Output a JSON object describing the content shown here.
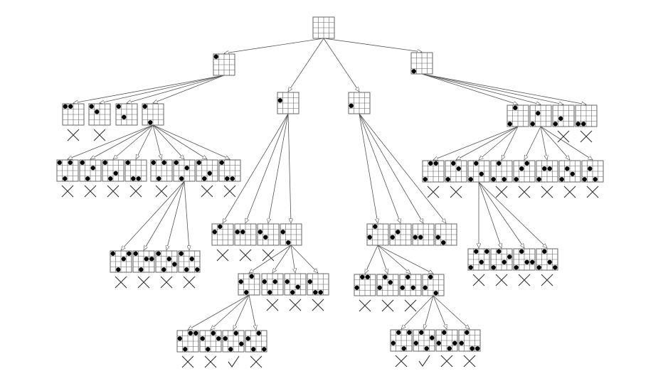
{
  "grid_size": 4,
  "colors": {
    "grid": "#666666",
    "cell": "#ffffff",
    "queen": "#000000",
    "edge": "#555555",
    "mark": "#333333"
  },
  "nodes": [
    {
      "id": "root",
      "queens": [],
      "result": null,
      "parent": null
    },
    {
      "id": "a",
      "queens": [
        [
          0,
          0
        ]
      ],
      "result": null,
      "parent": "root"
    },
    {
      "id": "b",
      "queens": [
        [
          1,
          0
        ]
      ],
      "result": null,
      "parent": "root"
    },
    {
      "id": "c",
      "queens": [
        [
          2,
          0
        ]
      ],
      "result": null,
      "parent": "root"
    },
    {
      "id": "d",
      "queens": [
        [
          3,
          0
        ]
      ],
      "result": null,
      "parent": "root"
    },
    {
      "id": "a1",
      "queens": [
        [
          0,
          0
        ],
        [
          0,
          1
        ]
      ],
      "result": "fail",
      "parent": "a"
    },
    {
      "id": "a2",
      "queens": [
        [
          0,
          0
        ],
        [
          1,
          1
        ]
      ],
      "result": "fail",
      "parent": "a"
    },
    {
      "id": "a3",
      "queens": [
        [
          0,
          0
        ],
        [
          2,
          1
        ]
      ],
      "result": null,
      "parent": "a"
    },
    {
      "id": "a4",
      "queens": [
        [
          0,
          0
        ],
        [
          3,
          1
        ]
      ],
      "result": null,
      "parent": "a"
    },
    {
      "id": "a4_1",
      "queens": [
        [
          0,
          0
        ],
        [
          3,
          1
        ],
        [
          0,
          2
        ]
      ],
      "result": "fail",
      "parent": "a4"
    },
    {
      "id": "a4_2",
      "queens": [
        [
          0,
          0
        ],
        [
          3,
          1
        ],
        [
          1,
          2
        ]
      ],
      "result": "fail",
      "parent": "a4"
    },
    {
      "id": "a4_3",
      "queens": [
        [
          0,
          0
        ],
        [
          3,
          1
        ],
        [
          2,
          2
        ]
      ],
      "result": "fail",
      "parent": "a4"
    },
    {
      "id": "a4_4",
      "queens": [
        [
          0,
          0
        ],
        [
          3,
          1
        ],
        [
          3,
          2
        ]
      ],
      "result": "fail",
      "parent": "a4"
    },
    {
      "id": "a4_5",
      "queens": [
        [
          0,
          0
        ],
        [
          3,
          1
        ],
        [
          0,
          2
        ]
      ],
      "result": "fail",
      "parent": "a4"
    },
    {
      "id": "a4_6",
      "queens": [
        [
          0,
          0
        ],
        [
          3,
          1
        ],
        [
          1,
          2
        ]
      ],
      "result": null,
      "parent": "a4"
    },
    {
      "id": "a4_7",
      "queens": [
        [
          0,
          0
        ],
        [
          3,
          1
        ],
        [
          2,
          2
        ]
      ],
      "result": "fail",
      "parent": "a4"
    },
    {
      "id": "a4_8",
      "queens": [
        [
          0,
          0
        ],
        [
          3,
          1
        ],
        [
          3,
          2
        ]
      ],
      "result": "fail",
      "parent": "a4"
    },
    {
      "id": "a4_6_1",
      "queens": [
        [
          0,
          0
        ],
        [
          3,
          1
        ],
        [
          1,
          2
        ],
        [
          0,
          3
        ]
      ],
      "result": "fail",
      "parent": "a4_6"
    },
    {
      "id": "a4_6_2",
      "queens": [
        [
          0,
          0
        ],
        [
          3,
          1
        ],
        [
          1,
          2
        ],
        [
          1,
          3
        ]
      ],
      "result": "fail",
      "parent": "a4_6"
    },
    {
      "id": "a4_6_3",
      "queens": [
        [
          0,
          0
        ],
        [
          3,
          1
        ],
        [
          1,
          2
        ],
        [
          2,
          3
        ]
      ],
      "result": "fail",
      "parent": "a4_6"
    },
    {
      "id": "a4_6_4",
      "queens": [
        [
          0,
          0
        ],
        [
          3,
          1
        ],
        [
          1,
          2
        ],
        [
          3,
          3
        ]
      ],
      "result": "fail",
      "parent": "a4_6"
    },
    {
      "id": "b1",
      "queens": [
        [
          1,
          0
        ],
        [
          0,
          1
        ]
      ],
      "result": "fail",
      "parent": "b"
    },
    {
      "id": "b2",
      "queens": [
        [
          1,
          0
        ],
        [
          1,
          1
        ]
      ],
      "result": "fail",
      "parent": "b"
    },
    {
      "id": "b3",
      "queens": [
        [
          1,
          0
        ],
        [
          2,
          1
        ]
      ],
      "result": "fail",
      "parent": "b"
    },
    {
      "id": "b4",
      "queens": [
        [
          1,
          0
        ],
        [
          3,
          1
        ]
      ],
      "result": null,
      "parent": "b"
    },
    {
      "id": "b4_1",
      "queens": [
        [
          1,
          0
        ],
        [
          3,
          1
        ],
        [
          0,
          2
        ]
      ],
      "result": null,
      "parent": "b4"
    },
    {
      "id": "b4_2",
      "queens": [
        [
          1,
          0
        ],
        [
          3,
          1
        ],
        [
          1,
          2
        ]
      ],
      "result": "fail",
      "parent": "b4"
    },
    {
      "id": "b4_3",
      "queens": [
        [
          1,
          0
        ],
        [
          3,
          1
        ],
        [
          2,
          2
        ]
      ],
      "result": "fail",
      "parent": "b4"
    },
    {
      "id": "b4_4",
      "queens": [
        [
          1,
          0
        ],
        [
          3,
          1
        ],
        [
          3,
          2
        ]
      ],
      "result": "fail",
      "parent": "b4"
    },
    {
      "id": "b4_1_1",
      "queens": [
        [
          1,
          0
        ],
        [
          3,
          1
        ],
        [
          0,
          2
        ],
        [
          0,
          3
        ]
      ],
      "result": "fail",
      "parent": "b4_1"
    },
    {
      "id": "b4_1_2",
      "queens": [
        [
          1,
          0
        ],
        [
          3,
          1
        ],
        [
          0,
          2
        ],
        [
          1,
          3
        ]
      ],
      "result": "fail",
      "parent": "b4_1"
    },
    {
      "id": "b4_1_3",
      "queens": [
        [
          1,
          0
        ],
        [
          3,
          1
        ],
        [
          0,
          2
        ],
        [
          2,
          3
        ]
      ],
      "result": "solution",
      "parent": "b4_1"
    },
    {
      "id": "b4_1_4",
      "queens": [
        [
          1,
          0
        ],
        [
          3,
          1
        ],
        [
          0,
          2
        ],
        [
          3,
          3
        ]
      ],
      "result": "fail",
      "parent": "b4_1"
    },
    {
      "id": "c1",
      "queens": [
        [
          2,
          0
        ],
        [
          0,
          1
        ]
      ],
      "result": null,
      "parent": "c"
    },
    {
      "id": "c2",
      "queens": [
        [
          2,
          0
        ],
        [
          1,
          1
        ]
      ],
      "result": null,
      "parent": "c"
    },
    {
      "id": "c3",
      "queens": [
        [
          2,
          0
        ],
        [
          2,
          1
        ]
      ],
      "result": null,
      "parent": "c"
    },
    {
      "id": "c4",
      "queens": [
        [
          2,
          0
        ],
        [
          3,
          1
        ]
      ],
      "result": null,
      "parent": "c"
    },
    {
      "id": "c1_1",
      "queens": [
        [
          2,
          0
        ],
        [
          0,
          1
        ],
        [
          0,
          2
        ]
      ],
      "result": "fail",
      "parent": "c1"
    },
    {
      "id": "c1_2",
      "queens": [
        [
          2,
          0
        ],
        [
          0,
          1
        ],
        [
          1,
          2
        ]
      ],
      "result": "fail",
      "parent": "c1"
    },
    {
      "id": "c1_3",
      "queens": [
        [
          2,
          0
        ],
        [
          0,
          1
        ],
        [
          2,
          2
        ]
      ],
      "result": "fail",
      "parent": "c1"
    },
    {
      "id": "c1_4",
      "queens": [
        [
          2,
          0
        ],
        [
          0,
          1
        ],
        [
          3,
          2
        ]
      ],
      "result": null,
      "parent": "c1"
    },
    {
      "id": "c1_4_1",
      "queens": [
        [
          2,
          0
        ],
        [
          0,
          1
        ],
        [
          3,
          2
        ],
        [
          0,
          3
        ]
      ],
      "result": "fail",
      "parent": "c1_4"
    },
    {
      "id": "c1_4_2",
      "queens": [
        [
          2,
          0
        ],
        [
          0,
          1
        ],
        [
          3,
          2
        ],
        [
          1,
          3
        ]
      ],
      "result": "solution",
      "parent": "c1_4"
    },
    {
      "id": "c1_4_3",
      "queens": [
        [
          2,
          0
        ],
        [
          0,
          1
        ],
        [
          3,
          2
        ],
        [
          2,
          3
        ]
      ],
      "result": "fail",
      "parent": "c1_4"
    },
    {
      "id": "c1_4_4",
      "queens": [
        [
          2,
          0
        ],
        [
          0,
          1
        ],
        [
          3,
          2
        ],
        [
          3,
          3
        ]
      ],
      "result": "fail",
      "parent": "c1_4"
    },
    {
      "id": "d1",
      "queens": [
        [
          3,
          0
        ],
        [
          0,
          1
        ]
      ],
      "result": null,
      "parent": "d"
    },
    {
      "id": "d2",
      "queens": [
        [
          3,
          0
        ],
        [
          1,
          1
        ]
      ],
      "result": null,
      "parent": "d"
    },
    {
      "id": "d3",
      "queens": [
        [
          3,
          0
        ],
        [
          2,
          1
        ]
      ],
      "result": "fail",
      "parent": "d"
    },
    {
      "id": "d4",
      "queens": [
        [
          3,
          0
        ],
        [
          3,
          1
        ]
      ],
      "result": "fail",
      "parent": "d"
    },
    {
      "id": "d_1",
      "queens": [
        [
          3,
          0
        ],
        [
          0,
          1
        ],
        [
          0,
          2
        ]
      ],
      "result": "fail",
      "parent": "d1"
    },
    {
      "id": "d_2",
      "queens": [
        [
          3,
          0
        ],
        [
          0,
          1
        ],
        [
          1,
          2
        ]
      ],
      "result": "fail",
      "parent": "d1"
    },
    {
      "id": "d_3",
      "queens": [
        [
          3,
          0
        ],
        [
          0,
          1
        ],
        [
          2,
          2
        ]
      ],
      "result": null,
      "parent": "d1"
    },
    {
      "id": "d_4",
      "queens": [
        [
          3,
          0
        ],
        [
          0,
          1
        ],
        [
          3,
          2
        ]
      ],
      "result": "fail",
      "parent": "d1"
    },
    {
      "id": "d_5",
      "queens": [
        [
          3,
          0
        ],
        [
          1,
          1
        ],
        [
          0,
          2
        ]
      ],
      "result": "fail",
      "parent": "d2"
    },
    {
      "id": "d_6",
      "queens": [
        [
          3,
          0
        ],
        [
          1,
          1
        ],
        [
          1,
          2
        ]
      ],
      "result": "fail",
      "parent": "d2"
    },
    {
      "id": "d_7",
      "queens": [
        [
          3,
          0
        ],
        [
          1,
          1
        ],
        [
          2,
          2
        ]
      ],
      "result": "fail",
      "parent": "d2"
    },
    {
      "id": "d_8",
      "queens": [
        [
          3,
          0
        ],
        [
          1,
          1
        ],
        [
          3,
          2
        ]
      ],
      "result": "fail",
      "parent": "d2"
    },
    {
      "id": "d_3_1",
      "queens": [
        [
          3,
          0
        ],
        [
          0,
          1
        ],
        [
          2,
          2
        ],
        [
          0,
          3
        ]
      ],
      "result": "fail",
      "parent": "d_3"
    },
    {
      "id": "d_3_2",
      "queens": [
        [
          3,
          0
        ],
        [
          0,
          1
        ],
        [
          2,
          2
        ],
        [
          1,
          3
        ]
      ],
      "result": "fail",
      "parent": "d_3"
    },
    {
      "id": "d_3_3",
      "queens": [
        [
          3,
          0
        ],
        [
          0,
          1
        ],
        [
          2,
          2
        ],
        [
          2,
          3
        ]
      ],
      "result": "fail",
      "parent": "d_3"
    },
    {
      "id": "d_3_4",
      "queens": [
        [
          3,
          0
        ],
        [
          0,
          1
        ],
        [
          2,
          2
        ],
        [
          3,
          3
        ]
      ],
      "result": "fail",
      "parent": "d_3"
    }
  ]
}
